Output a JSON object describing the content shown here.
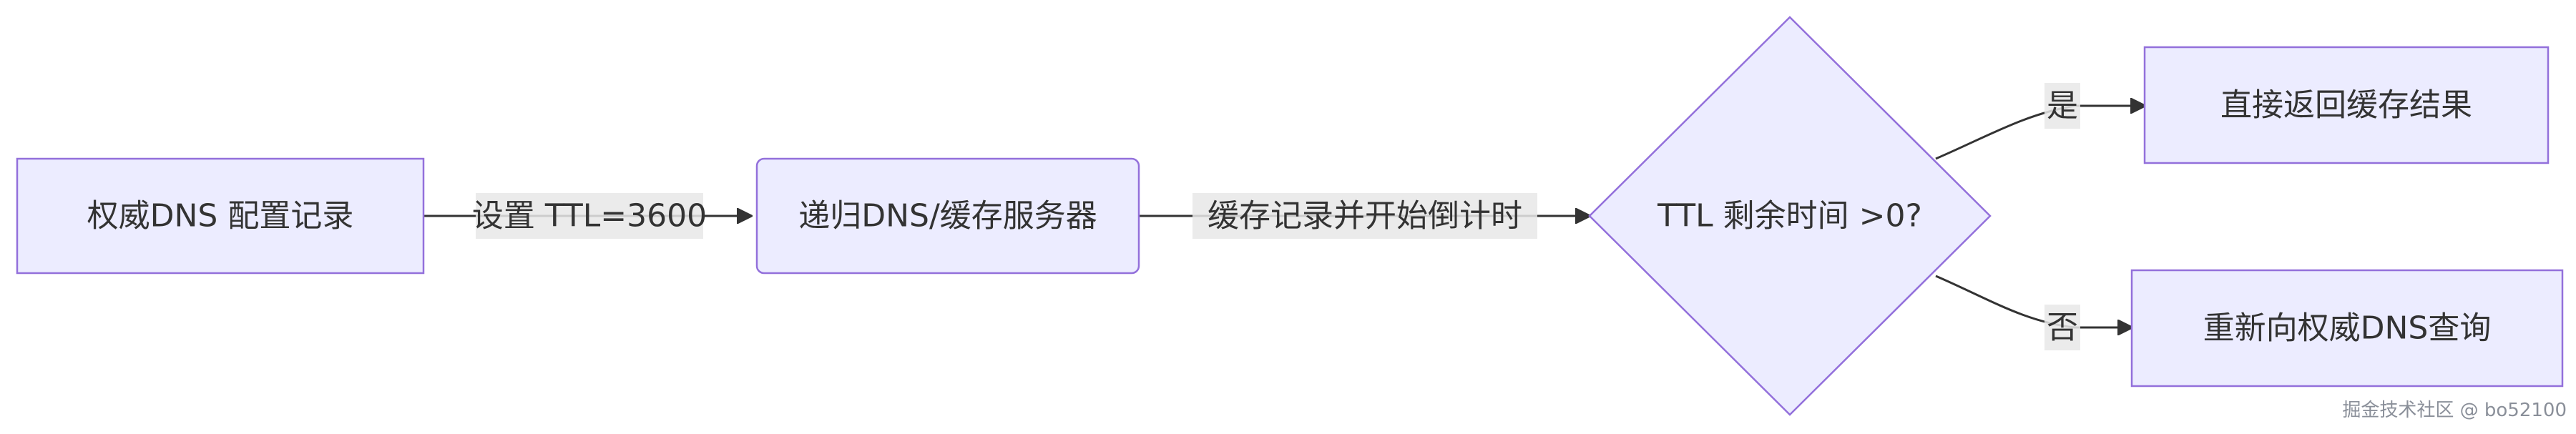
{
  "diagram": {
    "type": "flowchart",
    "direction": "left-to-right",
    "nodes": {
      "authority": {
        "label": "权威DNS 配置记录"
      },
      "resolver": {
        "label": "递归DNS/缓存服务器"
      },
      "decision": {
        "label": "TTL 剩余时间 >0?"
      },
      "return_cache": {
        "label": "直接返回缓存结果"
      },
      "requery": {
        "label": "重新向权威DNS查询"
      }
    },
    "edges": {
      "e1": {
        "label": "设置 TTL=3600"
      },
      "e2": {
        "label": "缓存记录并开始倒计时"
      },
      "e3": {
        "label": "是"
      },
      "e4": {
        "label": "否"
      }
    },
    "colors": {
      "node_fill": "#ECECFF",
      "node_stroke": "#9370DB",
      "edge": "#333333",
      "edge_label_bg": "#e8e8e8",
      "text": "#333333"
    }
  },
  "watermark": {
    "text": "掘金技术社区 @ bo52100"
  }
}
